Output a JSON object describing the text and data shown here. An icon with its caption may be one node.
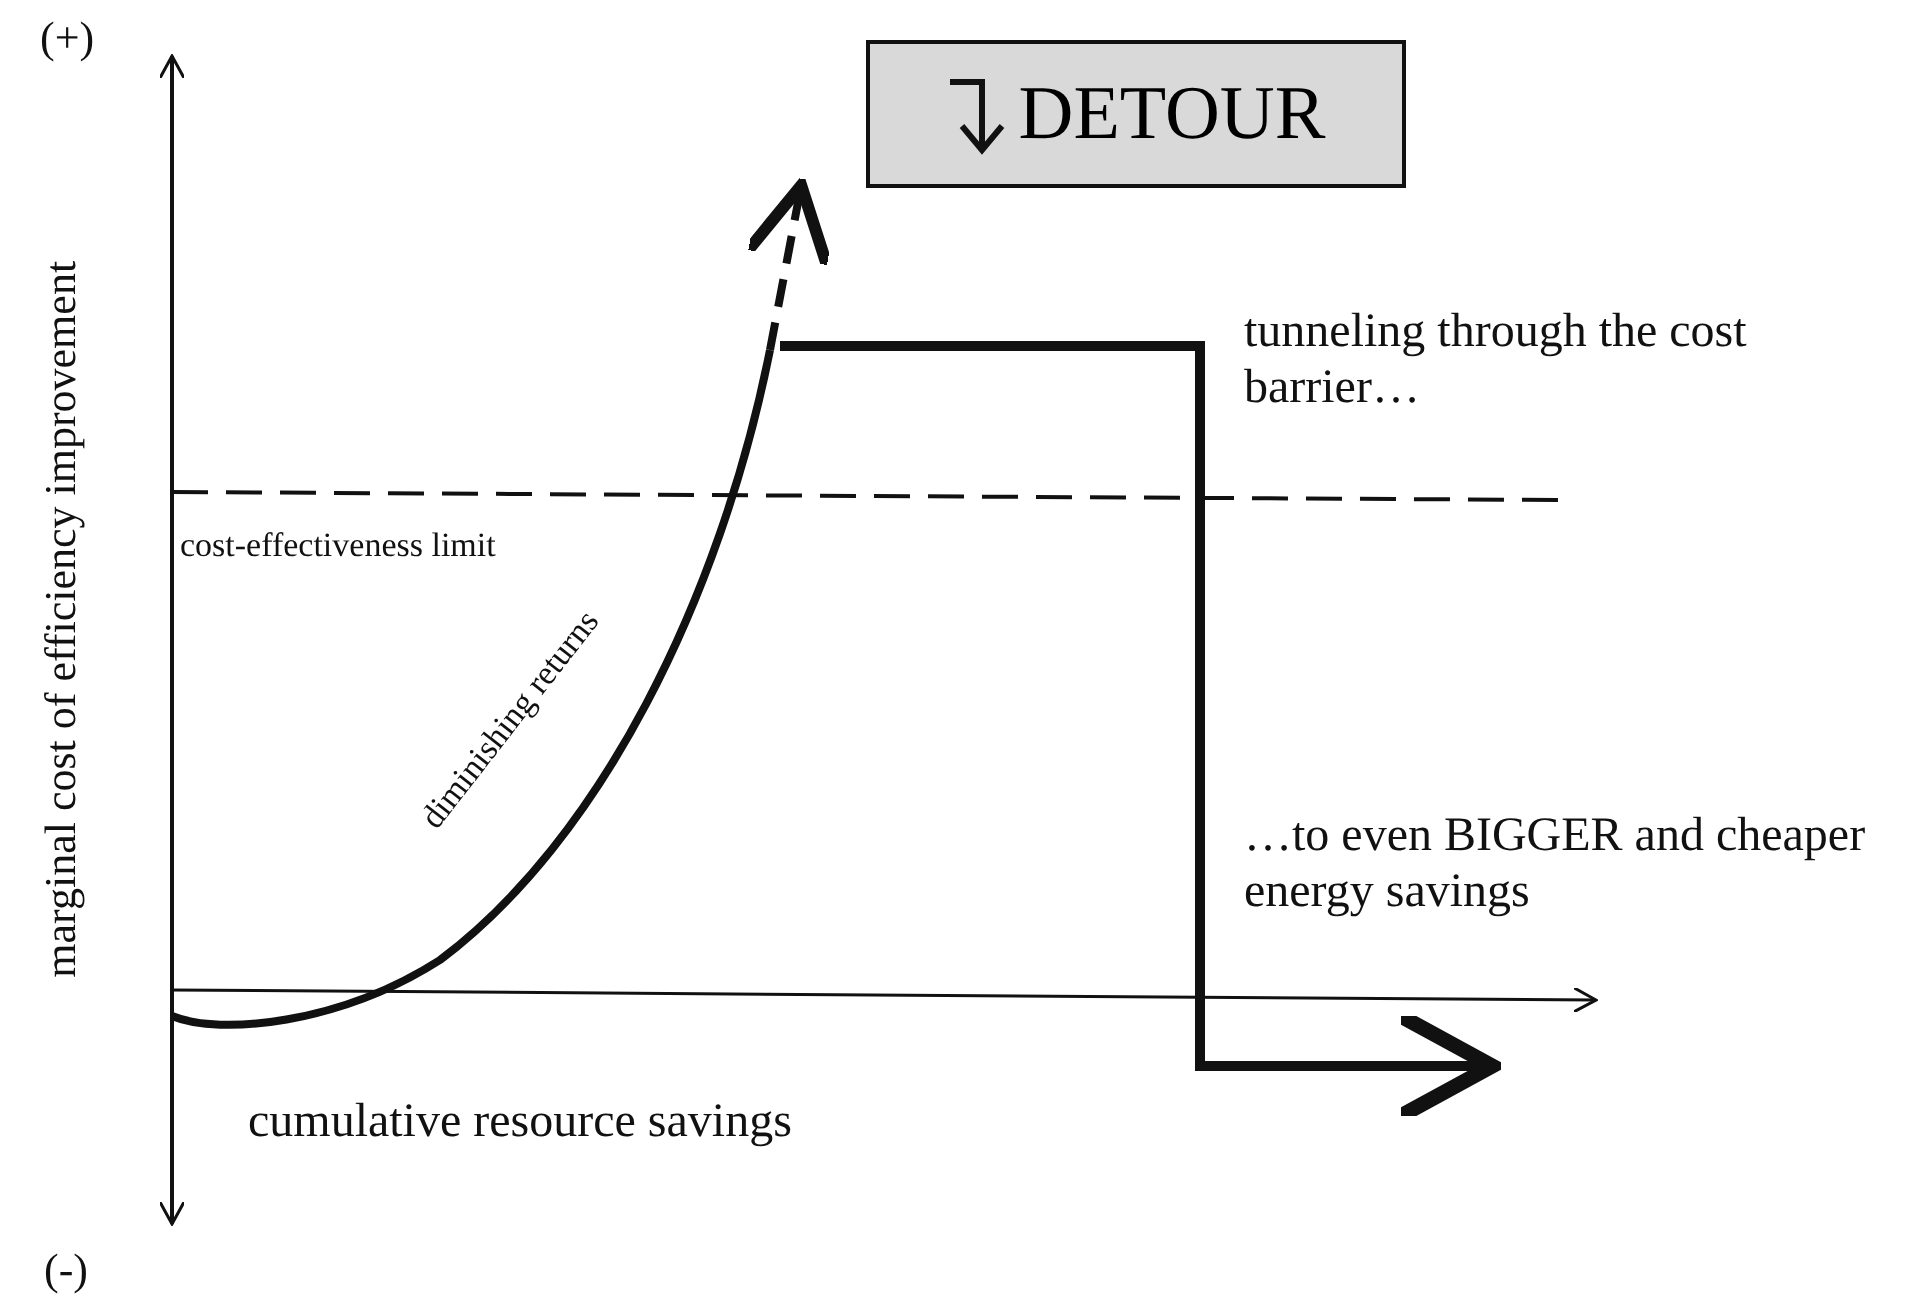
{
  "diagram": {
    "nodes": [
      {
        "text": [
          "DETOUR"
        ]
      }
    ],
    "labels": [
      "(+)",
      "marginal cost of efficiency improvement",
      "tunneling through the cost barrier…",
      "cost-effectiveness limit",
      "diminishing returns",
      "…to even BIGGER and cheaper energy savings",
      "cumulative resource savings",
      "(-)"
    ]
  }
}
